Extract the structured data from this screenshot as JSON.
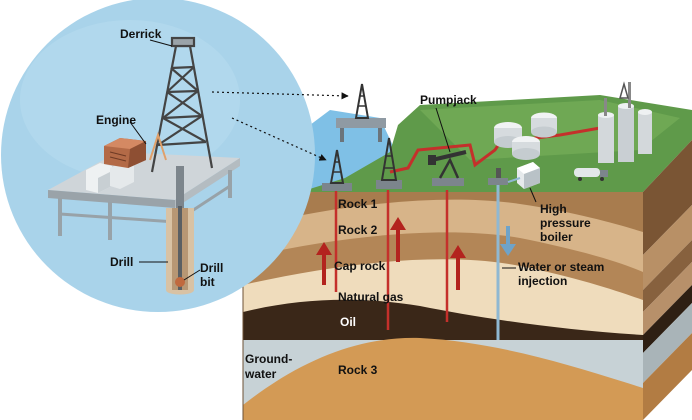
{
  "labels": {
    "derrick": "Derrick",
    "engine": "Engine",
    "drill": "Drill",
    "drill_bit_1": "Drill",
    "drill_bit_2": "bit",
    "pumpjack": "Pumpjack",
    "rock1": "Rock 1",
    "rock2": "Rock 2",
    "cap_rock": "Cap rock",
    "natural_gas": "Natural gas",
    "oil": "Oil",
    "rock3": "Rock 3",
    "groundwater_1": "Ground-",
    "groundwater_2": "water",
    "boiler_1": "High",
    "boiler_2": "pressure",
    "boiler_3": "boiler",
    "injection_1": "Water or steam",
    "injection_2": "injection"
  },
  "colors": {
    "sky_circle": "#a9d3ea",
    "ocean": "#7fc0e6",
    "grass": "#5f9a4a",
    "rock1": "#a87c4e",
    "rock2": "#d7b489",
    "cap_rock": "#b38657",
    "natural_gas": "#efdcbc",
    "oil": "#3a2718",
    "rock3": "#d39a55",
    "groundwater": "#c7d2d6",
    "pipe_red": "#c4302b",
    "injection_pipe": "#8fb8d2"
  }
}
